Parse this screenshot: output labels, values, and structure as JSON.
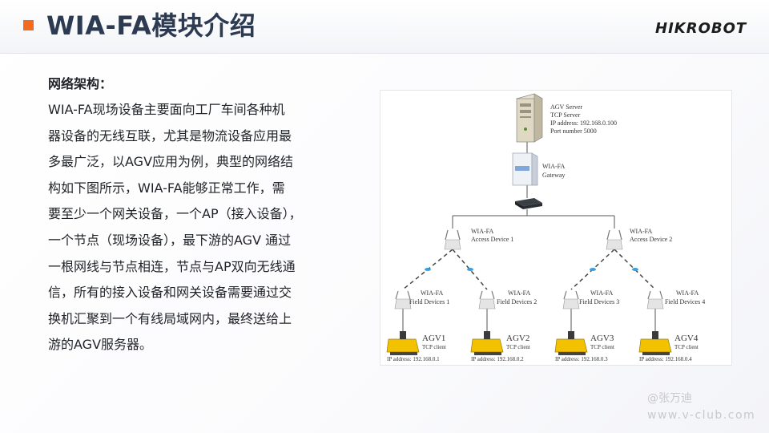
{
  "header": {
    "title": "WIA-FA模块介绍",
    "brand": "HIKROBOT",
    "accent_color": "#f26b21"
  },
  "content": {
    "heading": "网络架构：",
    "lines": [
      "WIA-FA现场设备主要面向工厂车间各种机",
      "器设备的无线互联，尤其是物流设备应用最",
      "多最广泛，以AGV应用为例，典型的网络结",
      "构如下图所示，WIA-FA能够正常工作，需",
      "要至少一个网关设备，一个AP（接入设备），",
      "一个节点（现场设备），最下游的AGV 通过",
      "一根网线与节点相连，节点与AP双向无线通",
      "信，所有的接入设备和网关设备需要通过交",
      "换机汇聚到一个有线局域网内，最终送给上",
      "游的AGV服务器。"
    ]
  },
  "diagram": {
    "server": {
      "icon": "server-icon",
      "lines": [
        "AGV Server",
        "TCP Server",
        "IP address:  192.168.0.100",
        "Port number 5000"
      ]
    },
    "gateway": {
      "icon": "gateway-icon",
      "lines": [
        "WIA-FA",
        "Gateway"
      ]
    },
    "switch": {
      "icon": "switch-icon"
    },
    "access_devices": [
      {
        "line1": "WIA-FA",
        "line2": "Access Device 1"
      },
      {
        "line1": "WIA-FA",
        "line2": "Access Device 2"
      }
    ],
    "field_devices": [
      {
        "line1": "WIA-FA",
        "line2": "Field Devices 1"
      },
      {
        "line1": "WIA-FA",
        "line2": "Field Devices 2"
      },
      {
        "line1": "WIA-FA",
        "line2": "Field Devices 3"
      },
      {
        "line1": "WIA-FA",
        "line2": "Field Devices 4"
      }
    ],
    "agvs": [
      {
        "name": "AGV1",
        "role": "TCP client",
        "ip": "IP address: 192.168.0.1"
      },
      {
        "name": "AGV2",
        "role": "TCP client",
        "ip": "IP address: 192.168.0.2"
      },
      {
        "name": "AGV3",
        "role": "TCP client",
        "ip": "IP address: 192.168.0.3"
      },
      {
        "name": "AGV4",
        "role": "TCP client",
        "ip": "IP address: 192.168.0.4"
      }
    ],
    "agv_color": "#f2c200"
  },
  "watermark": {
    "author": "@张万迪",
    "site": "www.v-club.com"
  }
}
